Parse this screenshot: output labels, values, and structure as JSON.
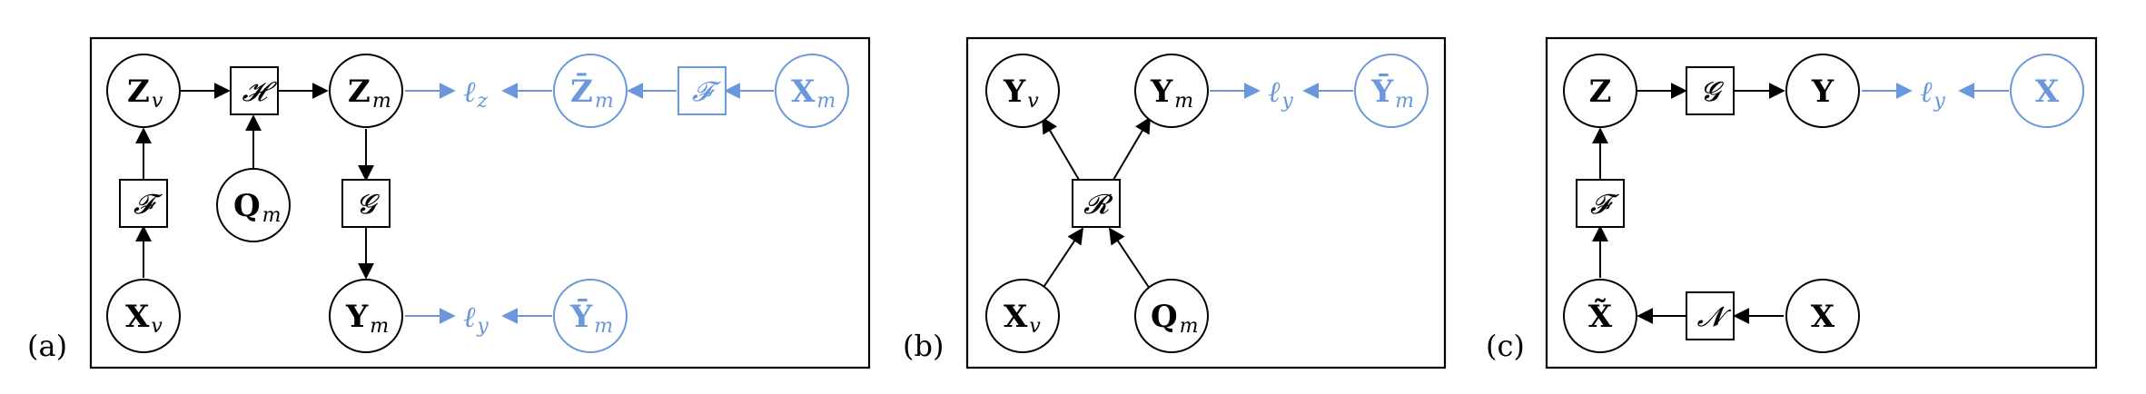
{
  "colors": {
    "observed": "#000000",
    "target": "#6b98dc"
  },
  "panels": {
    "a": {
      "label": "(a)",
      "nodes": {
        "Zv": {
          "main": "Z",
          "sub": "v"
        },
        "Zm": {
          "main": "Z",
          "sub": "m"
        },
        "Zbar": {
          "main": "Z̄",
          "sub": "m"
        },
        "Xm": {
          "main": "X",
          "sub": "m"
        },
        "Qm": {
          "main": "Q",
          "sub": "m"
        },
        "Xv": {
          "main": "X",
          "sub": "v"
        },
        "Ym": {
          "main": "Y",
          "sub": "m"
        },
        "Ybar": {
          "main": "Ȳ",
          "sub": "m"
        }
      },
      "ops": {
        "H": "𝓗",
        "F_left": "𝓕",
        "F_right": "𝓕",
        "G": "𝓖"
      },
      "losses": {
        "lz": {
          "main": "ℓ",
          "sub": "z"
        },
        "ly": {
          "main": "ℓ",
          "sub": "y"
        }
      }
    },
    "b": {
      "label": "(b)",
      "nodes": {
        "Yv": {
          "main": "Y",
          "sub": "v"
        },
        "Ym": {
          "main": "Y",
          "sub": "m"
        },
        "Ybar": {
          "main": "Ȳ",
          "sub": "m"
        },
        "Xv": {
          "main": "X",
          "sub": "v"
        },
        "Qm": {
          "main": "Q",
          "sub": "m"
        }
      },
      "ops": {
        "R": "𝓡"
      },
      "losses": {
        "ly": {
          "main": "ℓ",
          "sub": "y"
        }
      }
    },
    "c": {
      "label": "(c)",
      "nodes": {
        "Z": {
          "main": "Z"
        },
        "Y": {
          "main": "Y"
        },
        "Xtarget": {
          "main": "X"
        },
        "Xtilde": {
          "main": "X̃"
        },
        "X": {
          "main": "X"
        }
      },
      "ops": {
        "G": "𝓖",
        "F": "𝓕",
        "N": "𝓝"
      },
      "losses": {
        "ly": {
          "main": "ℓ",
          "sub": "y"
        }
      }
    }
  }
}
